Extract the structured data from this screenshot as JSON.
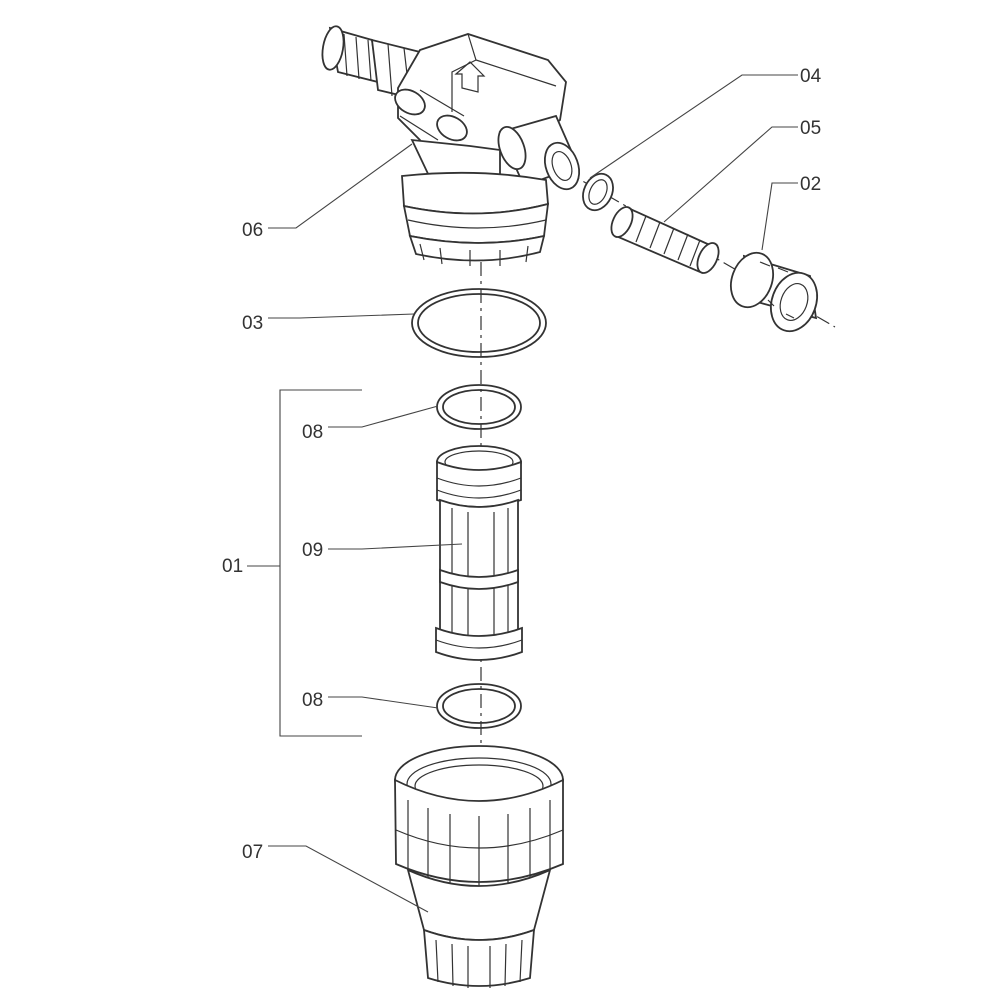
{
  "labels": {
    "l01": "01",
    "l02": "02",
    "l03": "03",
    "l04": "04",
    "l05": "05",
    "l06": "06",
    "l07": "07",
    "l08a": "08",
    "l08b": "08",
    "l09": "09"
  },
  "colors": {
    "line": "#333333",
    "background": "#ffffff"
  }
}
